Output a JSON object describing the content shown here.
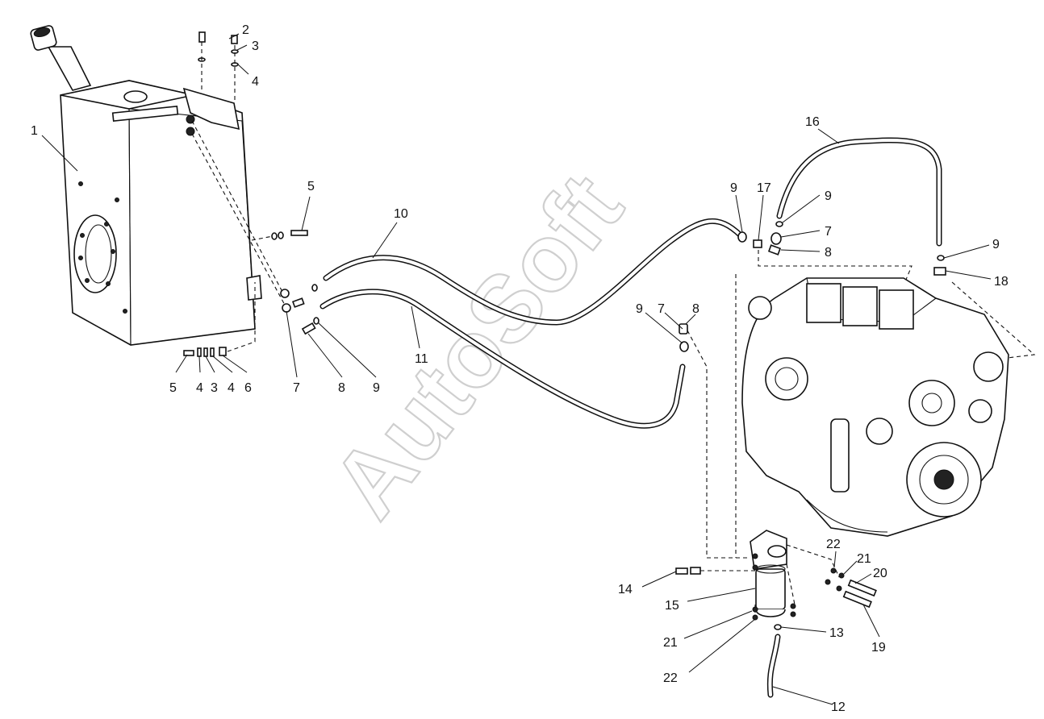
{
  "watermark": "AutoSoft",
  "callouts": {
    "c1": "1",
    "c2": "2",
    "c3a": "3",
    "c4a": "4",
    "c5a": "5",
    "c5b": "5",
    "c4b": "4",
    "c3b": "3",
    "c4c": "4",
    "c6": "6",
    "c7a": "7",
    "c8a": "8",
    "c9a": "9",
    "c10": "10",
    "c11": "11",
    "c9b": "9",
    "c7b": "7",
    "c8b": "8",
    "c9c": "9",
    "c17": "17",
    "c9d": "9",
    "c7c": "7",
    "c8c": "8",
    "c16": "16",
    "c9e": "9",
    "c18": "18",
    "c22a": "22",
    "c21a": "21",
    "c20": "20",
    "c14": "14",
    "c15": "15",
    "c21b": "21",
    "c22b": "22",
    "c13": "13",
    "c19": "19",
    "c12": "12"
  }
}
